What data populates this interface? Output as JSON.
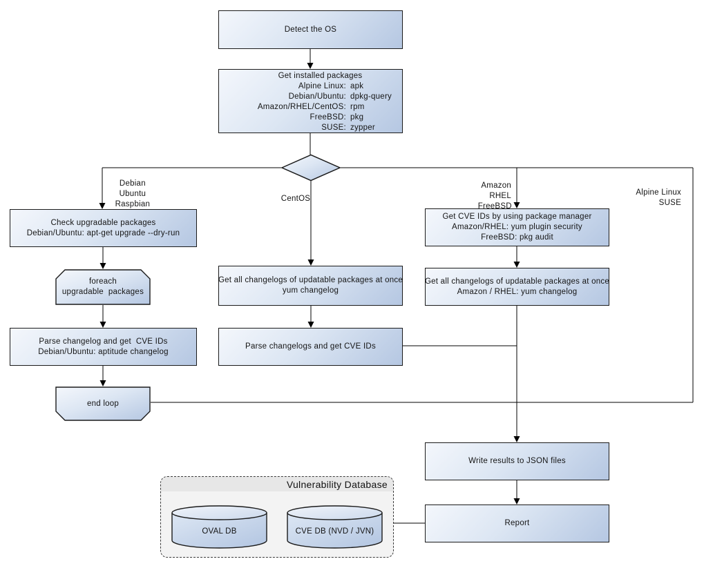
{
  "diagram": {
    "type": "flowchart",
    "accent_color": "#b5c7e2",
    "box_border_color": "#1a1a1a",
    "line_color": "#000000"
  },
  "nodes": {
    "detect_os": {
      "label": "Detect the OS"
    },
    "get_installed": {
      "header": "Get installed packages",
      "rows": [
        {
          "left": "Alpine Linux:",
          "right": "apk"
        },
        {
          "left": "Debian/Ubuntu:",
          "right": "dpkg-query"
        },
        {
          "left": "Amazon/RHEL/CentOS:",
          "right": "rpm"
        },
        {
          "left": "FreeBSD:",
          "right": "pkg"
        },
        {
          "left": "SUSE:",
          "right": "zypper"
        }
      ]
    },
    "check_upgradable": {
      "lines": [
        "Check upgradable packages",
        "Debian/Ubuntu: apt-get upgrade --dry-run"
      ]
    },
    "foreach_loop": {
      "lines": [
        "foreach",
        "upgradable  packages"
      ]
    },
    "parse_changelog_left": {
      "lines": [
        "Parse changelog and get  CVE IDs",
        "Debian/Ubuntu: aptitude changelog"
      ]
    },
    "end_loop": {
      "label": "end loop"
    },
    "get_changelogs_mid": {
      "lines": [
        "Get all changelogs of updatable packages at once",
        "yum changelog"
      ]
    },
    "parse_changelogs_mid": {
      "label": "Parse changelogs and get CVE IDs"
    },
    "get_cve_ids_right": {
      "lines": [
        "Get CVE IDs by using package manager",
        "Amazon/RHEL: yum plugin security",
        "FreeBSD: pkg audit"
      ]
    },
    "get_changelogs_right": {
      "lines": [
        "Get all changelogs of updatable packages at once",
        "Amazon / RHEL: yum changelog"
      ]
    },
    "write_results": {
      "label": "Write results to JSON files"
    },
    "report": {
      "label": "Report"
    }
  },
  "branch_labels": {
    "debian": {
      "lines": [
        "Debian",
        "Ubuntu",
        "Raspbian"
      ]
    },
    "centos": {
      "label": "CentOS"
    },
    "amazon": {
      "lines": [
        "Amazon",
        "RHEL",
        "FreeBSD"
      ]
    },
    "alpine": {
      "lines": [
        "Alpine Linux",
        "SUSE"
      ]
    }
  },
  "database": {
    "title": "Vulnerability Database",
    "cylinders": [
      {
        "label": "OVAL DB"
      },
      {
        "label": "CVE DB (NVD / JVN)"
      }
    ]
  }
}
